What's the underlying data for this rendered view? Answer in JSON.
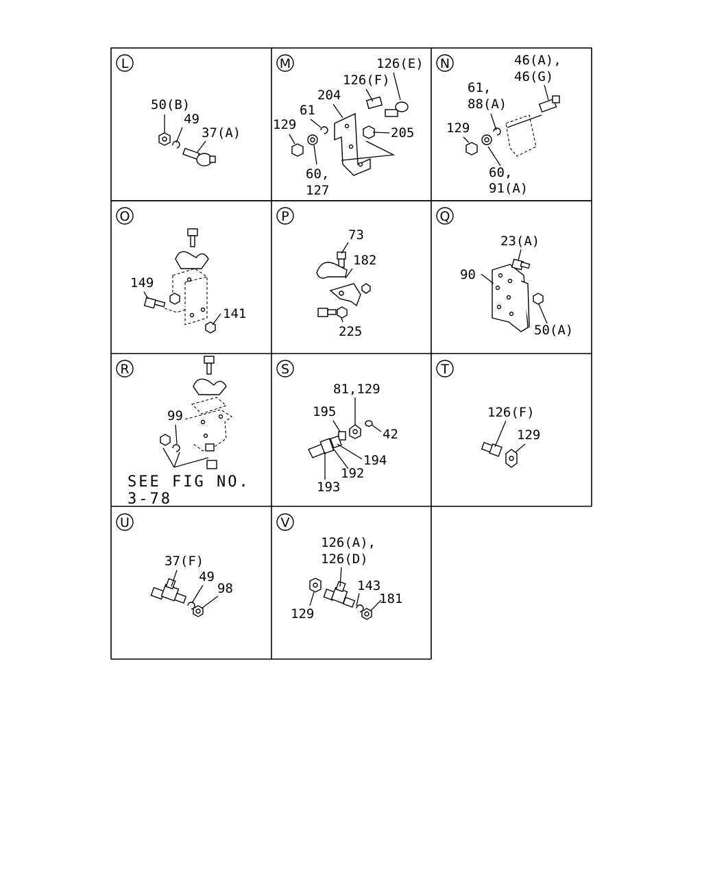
{
  "cells": [
    {
      "letter": "L",
      "labels": [
        "50(B)",
        "49",
        "37(A)"
      ]
    },
    {
      "letter": "M",
      "labels": [
        "126(E)",
        "126(F)",
        "204",
        "61",
        "129",
        "205",
        "60,",
        "127"
      ]
    },
    {
      "letter": "N",
      "labels": [
        "46(A),",
        "46(G)",
        "61,",
        "88(A)",
        "129",
        "60,",
        "91(A)"
      ]
    },
    {
      "letter": "O",
      "labels": [
        "149",
        "141"
      ]
    },
    {
      "letter": "P",
      "labels": [
        "73",
        "182",
        "225"
      ]
    },
    {
      "letter": "Q",
      "labels": [
        "23(A)",
        "90",
        "50(A)"
      ]
    },
    {
      "letter": "R",
      "labels": [
        "99",
        "SEE FIG NO.",
        "3-78"
      ]
    },
    {
      "letter": "S",
      "labels": [
        "81,129",
        "195",
        "42",
        "194",
        "192",
        "193"
      ]
    },
    {
      "letter": "T",
      "labels": [
        "126(F)",
        "129"
      ]
    },
    {
      "letter": "U",
      "labels": [
        "37(F)",
        "49",
        "98"
      ]
    },
    {
      "letter": "V",
      "labels": [
        "126(A),",
        "126(D)",
        "143",
        "181",
        "129"
      ]
    }
  ]
}
